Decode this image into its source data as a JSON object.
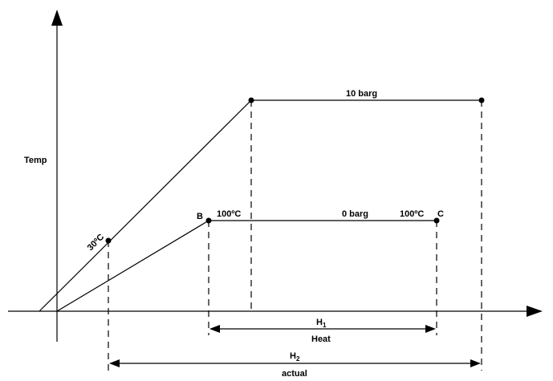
{
  "axes": {
    "y_label": "Temp"
  },
  "lines": {
    "high_pressure_label": "10 barg",
    "low_pressure_label": "0 barg"
  },
  "points": {
    "b_label": "B",
    "c_label": "C",
    "b_temp": "100ºC",
    "c_temp": "100ºC",
    "start_temp": "30ºC"
  },
  "dimensions": {
    "h1_symbol": "H",
    "h1_sub": "1",
    "h1_caption": "Heat",
    "h2_symbol": "H",
    "h2_sub": "2",
    "h2_caption": "actual"
  },
  "colors": {
    "stroke": "#000000",
    "background": "#ffffff"
  }
}
